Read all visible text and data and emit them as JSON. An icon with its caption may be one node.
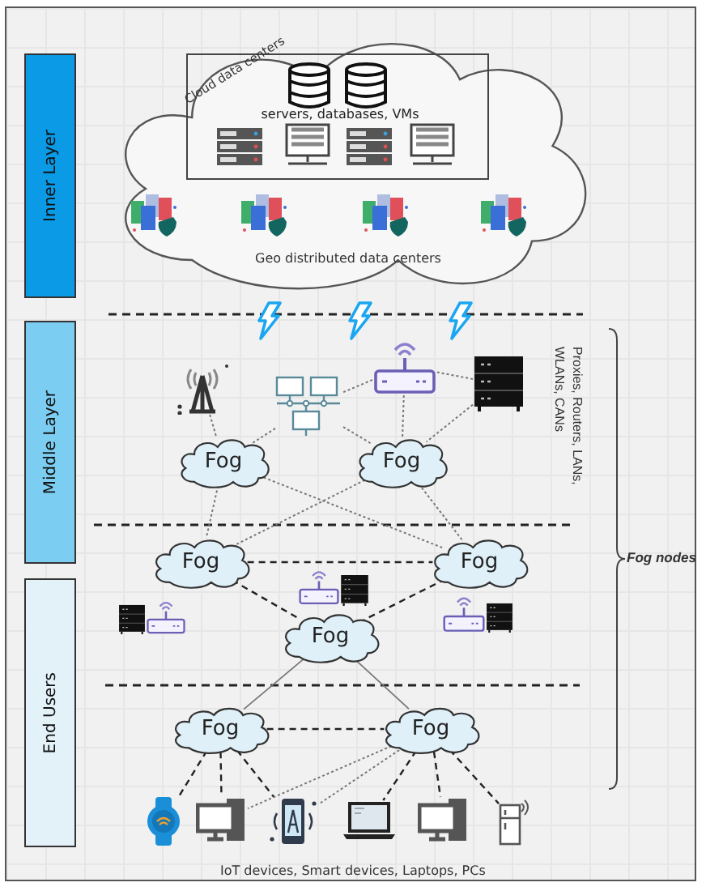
{
  "diagram": {
    "nodes": [
      {
        "text": [
          "Inner Layer"
        ]
      },
      {
        "text": [
          "Middle Layer"
        ]
      },
      {
        "text": [
          "End Users"
        ]
      },
      {
        "text": [
          "Geo distributed data centers"
        ]
      },
      {
        "text": [
          "Cloud data centers",
          "servers, databases, VMs"
        ],
        "in": 3
      },
      {
        "text": [],
        "shape": "picture"
      },
      {
        "text": [],
        "shape": "picture"
      },
      {
        "text": [],
        "shape": "picture"
      },
      {
        "text": [],
        "shape": "picture"
      },
      {
        "text": [
          "Fog"
        ]
      },
      {
        "text": [
          "Fog"
        ]
      },
      {
        "text": [
          "Fog"
        ]
      },
      {
        "text": [
          "Fog"
        ]
      },
      {
        "text": [
          "Fog"
        ]
      },
      {
        "text": [
          "Fog"
        ]
      },
      {
        "text": [
          "Fog"
        ]
      },
      {
        "text": [],
        "shape": "picture"
      },
      {
        "text": [],
        "shape": "picture"
      },
      {
        "text": [],
        "shape": "picture"
      },
      {
        "text": [],
        "shape": "picture"
      },
      {
        "text": [],
        "shape": "picture"
      },
      {
        "text": [],
        "shape": "picture"
      }
    ],
    "edges": [
      {
        "from": 5,
        "to": 9,
        "arrow": "none",
        "style": "dashed"
      },
      {
        "from": 6,
        "to": 9,
        "arrow": "none",
        "style": "dashed"
      },
      {
        "from": 6,
        "to": 10,
        "arrow": "none",
        "style": "dashed"
      },
      {
        "from": 7,
        "to": 6,
        "arrow": "none",
        "style": "dashed"
      },
      {
        "from": 7,
        "to": 10,
        "arrow": "none",
        "style": "dashed"
      },
      {
        "from": 8,
        "to": 7,
        "arrow": "none",
        "style": "dashed"
      },
      {
        "from": 8,
        "to": 10,
        "arrow": "none",
        "style": "dashed"
      },
      {
        "from": 9,
        "to": 11,
        "arrow": "none",
        "style": "dashed"
      },
      {
        "from": 9,
        "to": 12,
        "arrow": "none",
        "style": "dashed"
      },
      {
        "from": 10,
        "to": 11,
        "arrow": "none",
        "style": "dashed"
      },
      {
        "from": 10,
        "to": 12,
        "arrow": "none",
        "style": "dashed"
      },
      {
        "from": 11,
        "to": 12,
        "arrow": "none",
        "style": "dashed",
        "color": "#222222"
      },
      {
        "from": 11,
        "to": 13,
        "arrow": "none",
        "style": "dashed",
        "color": "#222222"
      },
      {
        "from": 12,
        "to": 13,
        "arrow": "none",
        "style": "dashed",
        "color": "#222222"
      },
      {
        "from": 13,
        "to": 14,
        "arrow": "none"
      },
      {
        "from": 13,
        "to": 15,
        "arrow": "none"
      },
      {
        "from": 14,
        "to": 15,
        "arrow": "none",
        "style": "dashed",
        "color": "#222222"
      },
      {
        "from": 14,
        "to": 16,
        "arrow": "none",
        "style": "dashed",
        "color": "#222222"
      },
      {
        "from": 14,
        "to": 17,
        "arrow": "none",
        "style": "dashed",
        "color": "#222222"
      },
      {
        "from": 14,
        "to": 18,
        "arrow": "none",
        "style": "dashed",
        "color": "#222222"
      },
      {
        "from": 15,
        "to": 17,
        "arrow": "none",
        "style": "dashed"
      },
      {
        "from": 15,
        "to": 18,
        "arrow": "none",
        "style": "dashed"
      },
      {
        "from": 15,
        "to": 19,
        "arrow": "none",
        "style": "dashed",
        "color": "#222222"
      },
      {
        "from": 15,
        "to": 20,
        "arrow": "none",
        "style": "dashed",
        "color": "#222222"
      },
      {
        "from": 15,
        "to": 21,
        "arrow": "none",
        "style": "dashed",
        "color": "#222222"
      }
    ],
    "labels": [
      "Proxies, Routers, LANs, WLANs, CANs",
      "Fog nodes",
      "IoT devices, Smart devices, Laptops, PCs"
    ]
  }
}
